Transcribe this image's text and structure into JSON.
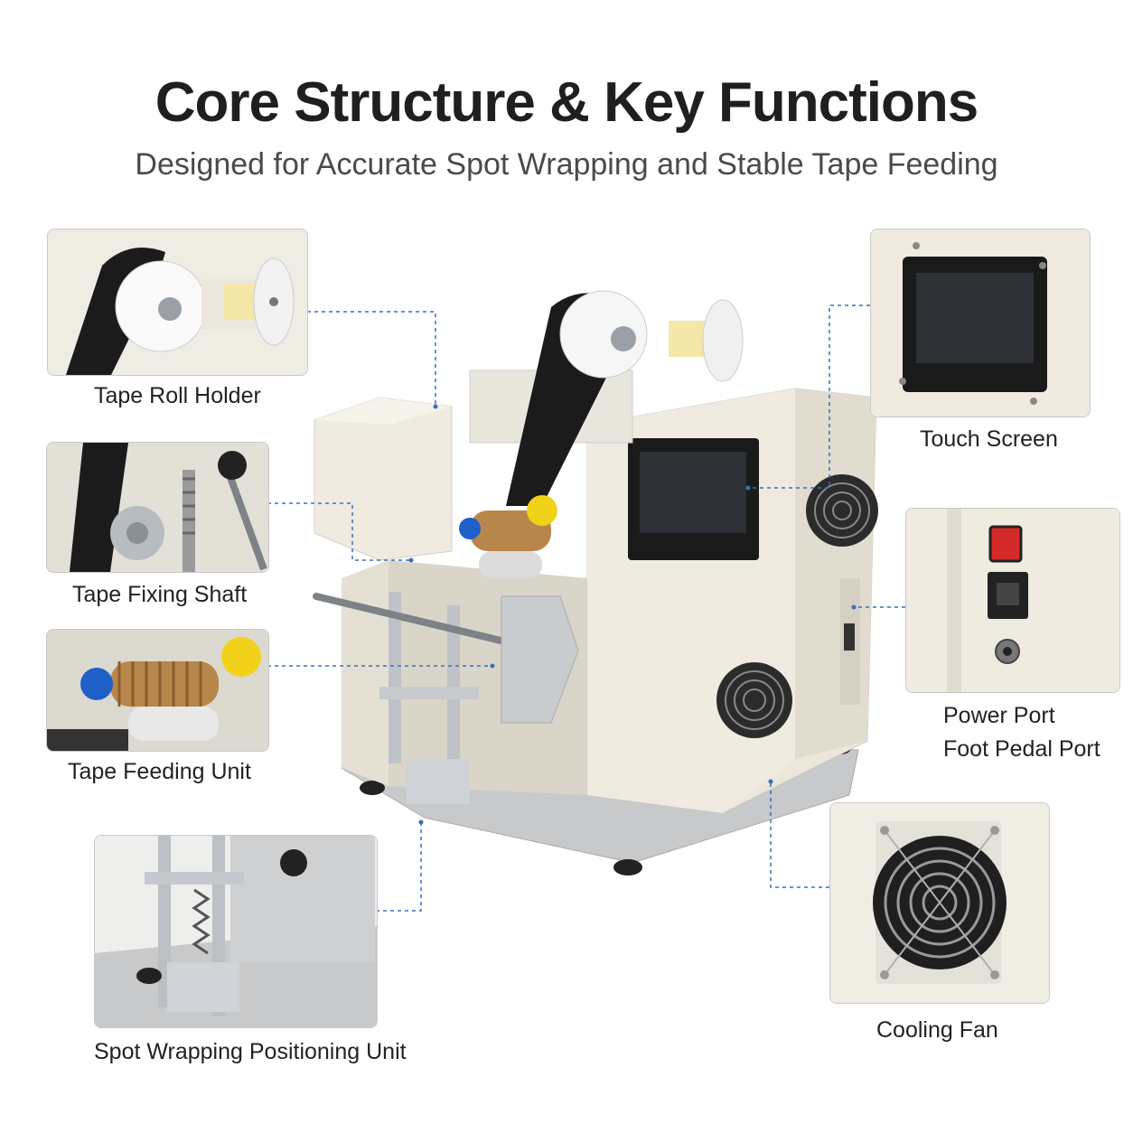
{
  "header": {
    "title": "Core Structure & Key Functions",
    "subtitle": "Designed for Accurate Spot Wrapping and Stable Tape Feeding"
  },
  "callouts": {
    "tape_roll_holder": "Tape Roll Holder",
    "tape_fixing_shaft": "Tape Fixing Shaft",
    "tape_feeding_unit": "Tape Feeding Unit",
    "spot_wrapping_positioning_unit": "Spot Wrapping Positioning Unit",
    "touch_screen": "Touch Screen",
    "power_port": "Power Port",
    "foot_pedal_port": "Foot Pedal Port",
    "cooling_fan": "Cooling Fan"
  },
  "colors": {
    "machine_body": "#ece8dc",
    "leader_line": "#3a6fb5",
    "belt": "#1b1b1b",
    "brass": "#b8864a",
    "yellow_roller": "#f2d11a",
    "blue_knob": "#1f5fc8",
    "power_switch": "#d42a2a"
  }
}
